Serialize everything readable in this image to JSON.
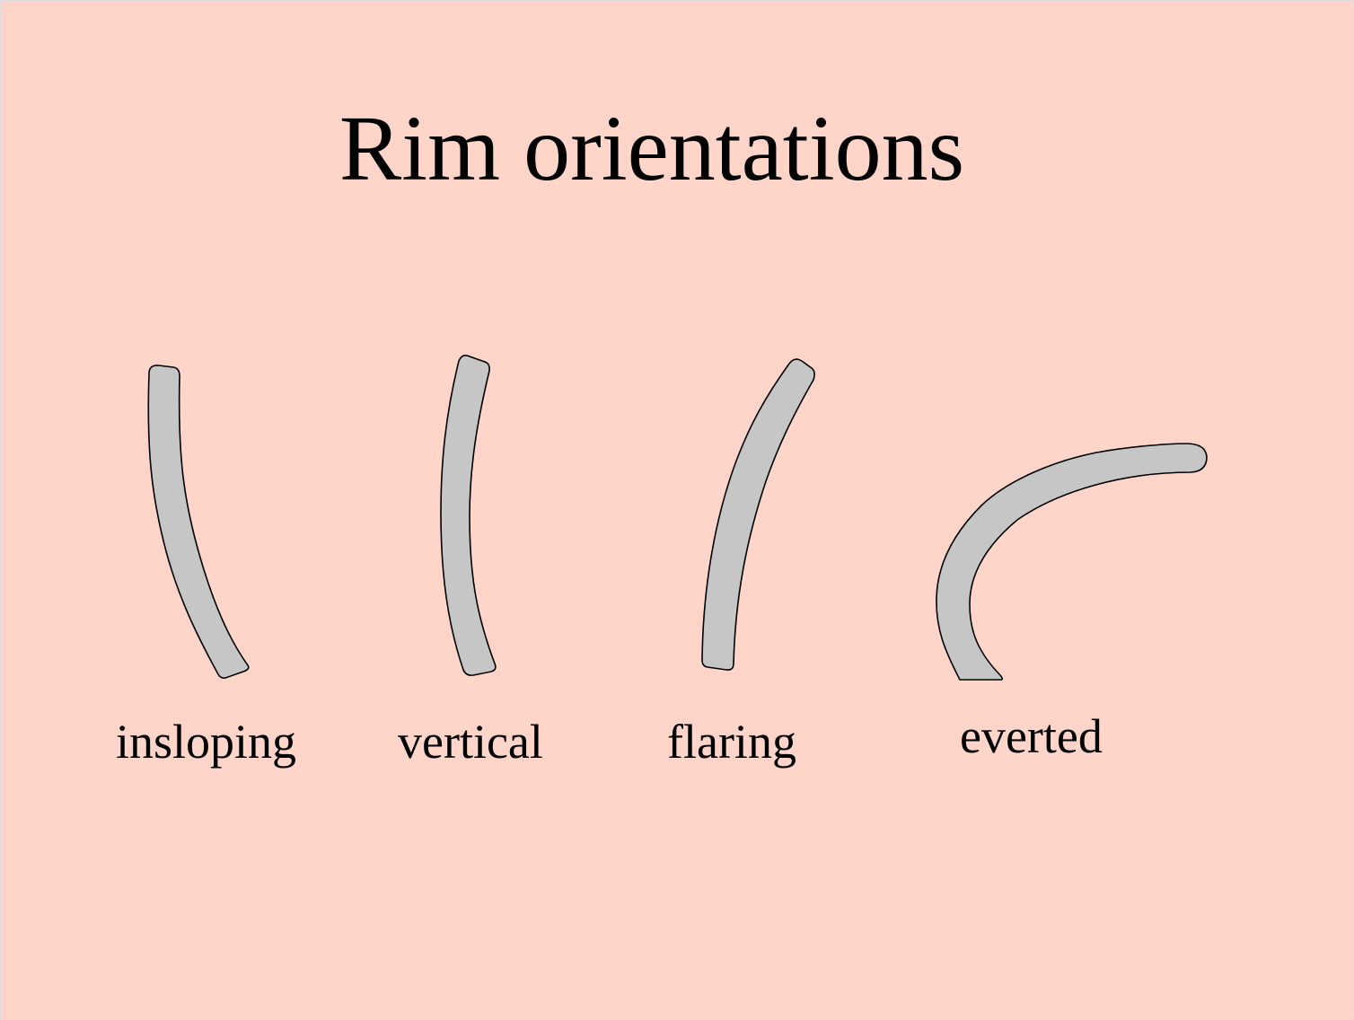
{
  "title": "Rim orientations",
  "colors": {
    "background": "#ffd5c9",
    "sherd_fill": "#c6c6c6",
    "outline": "#000000",
    "text": "#000000"
  },
  "rims": [
    {
      "id": "insloping",
      "label": "insloping"
    },
    {
      "id": "vertical",
      "label": "vertical"
    },
    {
      "id": "flaring",
      "label": "flaring"
    },
    {
      "id": "everted",
      "label": "everted"
    }
  ]
}
